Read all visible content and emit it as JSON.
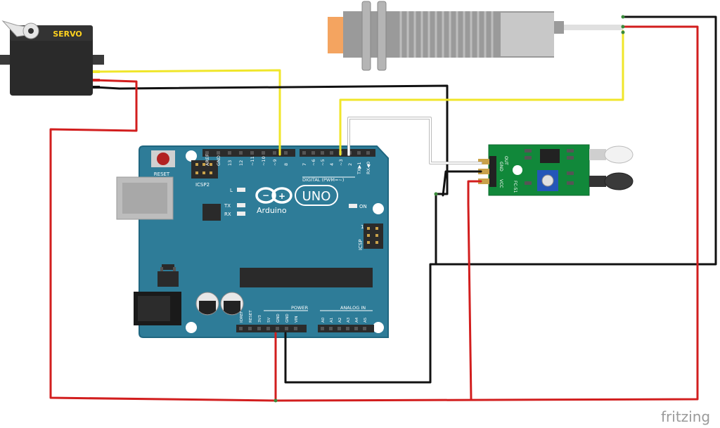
{
  "servo": {
    "label": "SERVO"
  },
  "arduino": {
    "brand": "Arduino",
    "model": "UNO",
    "reset_label": "RESET",
    "icsp2_label": "ICSP2",
    "icsp_label": "ICSP",
    "icsp_pin1": "1",
    "led_l": "L",
    "led_tx": "TX",
    "led_rx": "RX",
    "led_on": "ON",
    "digital_label": "DIGITAL (PWM=~)",
    "power_label": "POWER",
    "analog_label": "ANALOG IN",
    "top_pins_left": [
      "AREF",
      "GND",
      "13",
      "12",
      "~11",
      "~10",
      "~9",
      "8"
    ],
    "top_pins_right": [
      "7",
      "~6",
      "~5",
      "4",
      "~3",
      "2",
      "TX▶1",
      "RX◀0"
    ],
    "power_pins": [
      "IOREF",
      "RESET",
      "3V3",
      "5V",
      "GND",
      "GND",
      "VIN"
    ],
    "analog_pins": [
      "A0",
      "A1",
      "A2",
      "A3",
      "A4",
      "A5"
    ]
  },
  "ir_module": {
    "model": "FC-51",
    "pins": [
      "OUT",
      "GND",
      "VCC"
    ]
  },
  "watermark": "fritzing",
  "colors": {
    "board": "#2e7c98",
    "board_edge": "#1f6680",
    "header": "#2b2b2b",
    "wire_red": "#d21e1e",
    "wire_black": "#111111",
    "wire_yellow": "#f0e62a",
    "wire_white": "#d8d8d8",
    "module_green": "#11883a",
    "servo_body": "#2a2a2a"
  }
}
